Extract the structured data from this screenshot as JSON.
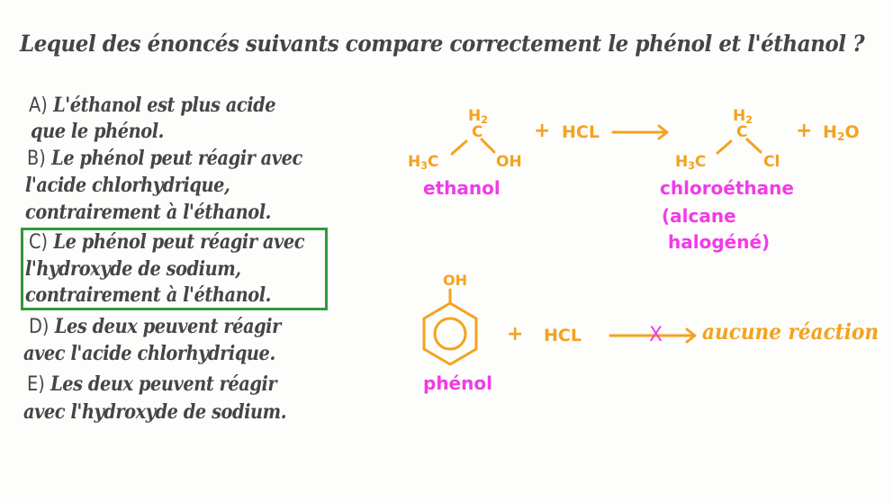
{
  "question": {
    "text": "Lequel des énoncés suivants compare correctement le phénol et l'éthanol ?"
  },
  "options": [
    {
      "letter": "A)",
      "lines": [
        "L'éthanol est plus acide",
        "que le phénol."
      ]
    },
    {
      "letter": "B)",
      "lines": [
        "Le phénol peut réagir avec",
        "l'acide chlorhydrique,",
        "contrairement à l'éthanol."
      ]
    },
    {
      "letter": "C)",
      "lines": [
        "Le phénol peut réagir avec",
        "l'hydroxyde de sodium,",
        "contrairement à l'éthanol."
      ],
      "highlighted": true
    },
    {
      "letter": "D)",
      "lines": [
        "Les deux peuvent réagir",
        "avec l'acide chlorhydrique."
      ]
    },
    {
      "letter": "E)",
      "lines": [
        "Les deux peuvent réagir",
        "avec l'hydroxyde de sodium."
      ]
    }
  ],
  "reaction1": {
    "reactant": {
      "top": "H2",
      "center": "C",
      "left": "H3C",
      "right": "OH",
      "name": "ethanol"
    },
    "plus1": "+",
    "reagent": "HCL",
    "product": {
      "top": "H2",
      "center": "C",
      "left": "H3C",
      "right": "Cl",
      "name": "chloroéthane",
      "note_line1": "(alcane",
      "note_line2": "halogéné)"
    },
    "plus2": "+",
    "byproduct": "H2O"
  },
  "reaction2": {
    "reactant": {
      "substituent": "OH",
      "name": "phénol"
    },
    "plus": "+",
    "reagent": "HCL",
    "blocked_mark": "X",
    "result": "aucune réaction"
  },
  "colors": {
    "handwriting": "#454545",
    "structure": "#f4a21e",
    "label": "#f03ce6",
    "answer_box": "#2e9a3a"
  }
}
